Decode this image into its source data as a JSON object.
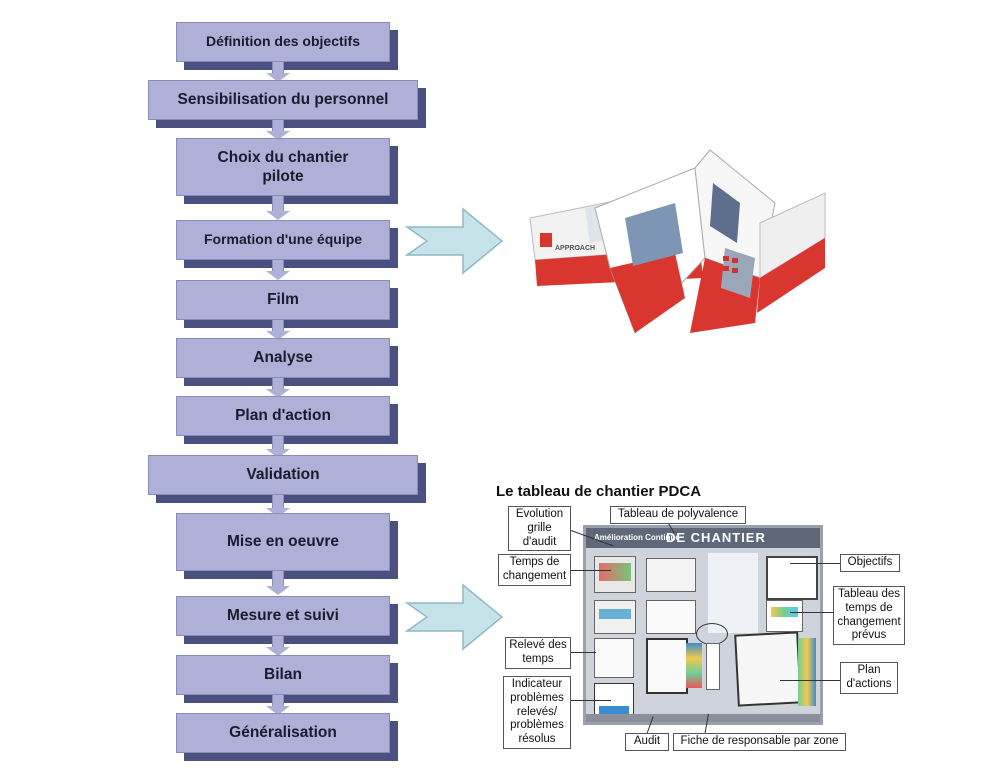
{
  "flow_steps": [
    "Définition des objectifs",
    "Sensibilisation du personnel",
    "Choix du chantier pilote",
    "Formation d'une équipe",
    "Film",
    "Analyse",
    "Plan d'action",
    "Validation",
    "Mise en oeuvre",
    "Mesure et suivi",
    "Bilan",
    "Généralisation"
  ],
  "brochure": {
    "logo_text": "APPROACH"
  },
  "pdca": {
    "title": "Le tableau de chantier PDCA",
    "board_header_left": "Amélioration Continue",
    "board_header_right": "DE CHANTIER",
    "labels": {
      "evolution": "Evolution grille d'audit",
      "polyvalence": "Tableau de polyvalence",
      "temps_changement": "Temps de changement",
      "objectifs": "Objectifs",
      "temps_prevus": "Tableau des temps de changement prévus",
      "releve": "Relevé des temps",
      "plan": "Plan d'actions",
      "indicateur": "Indicateur problèmes relevés/ problèmes résolus",
      "audit": "Audit",
      "fiche": "Fiche de responsable par zone"
    }
  },
  "colors": {
    "step_fill": "#aeb0d8",
    "step_shadow": "#4a5080",
    "arrow_fill": "#c7e3ea"
  }
}
